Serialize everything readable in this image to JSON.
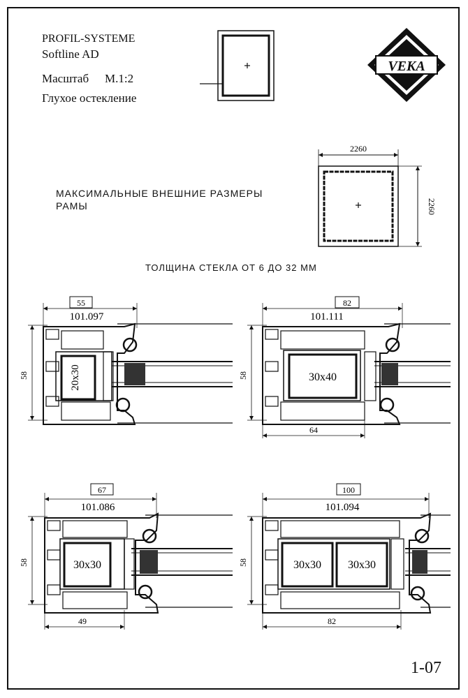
{
  "header": {
    "line1": "PROFIL-SYSTEME",
    "line2": "Softline AD",
    "scale_label": "Масштаб",
    "scale_value": "M.1:2",
    "glazing_type": "Глухое остекление"
  },
  "logo": {
    "text": "VEKA"
  },
  "max_size": {
    "caption_line1": "МАКСИМАЛЬНЫЕ ВНЕШНИЕ РАЗМЕРЫ",
    "caption_line2": "РАМЫ",
    "width": "2260",
    "height": "2260"
  },
  "glass_note": "ТОЛЩИНА СТЕКЛА ОТ 6 ДО 32 ММ",
  "profiles": [
    {
      "code": "101.097",
      "top_dim": "55",
      "height_dim": "58",
      "bottom_dim": "",
      "steel": [
        "20x30"
      ]
    },
    {
      "code": "101.111",
      "top_dim": "82",
      "height_dim": "58",
      "bottom_dim": "64",
      "steel": [
        "30x40"
      ]
    },
    {
      "code": "101.086",
      "top_dim": "67",
      "height_dim": "58",
      "bottom_dim": "49",
      "steel": [
        "30x30"
      ]
    },
    {
      "code": "101.094",
      "top_dim": "100",
      "height_dim": "58",
      "bottom_dim": "82",
      "steel": [
        "30x30",
        "30x30"
      ]
    }
  ],
  "page_number": "1-07"
}
